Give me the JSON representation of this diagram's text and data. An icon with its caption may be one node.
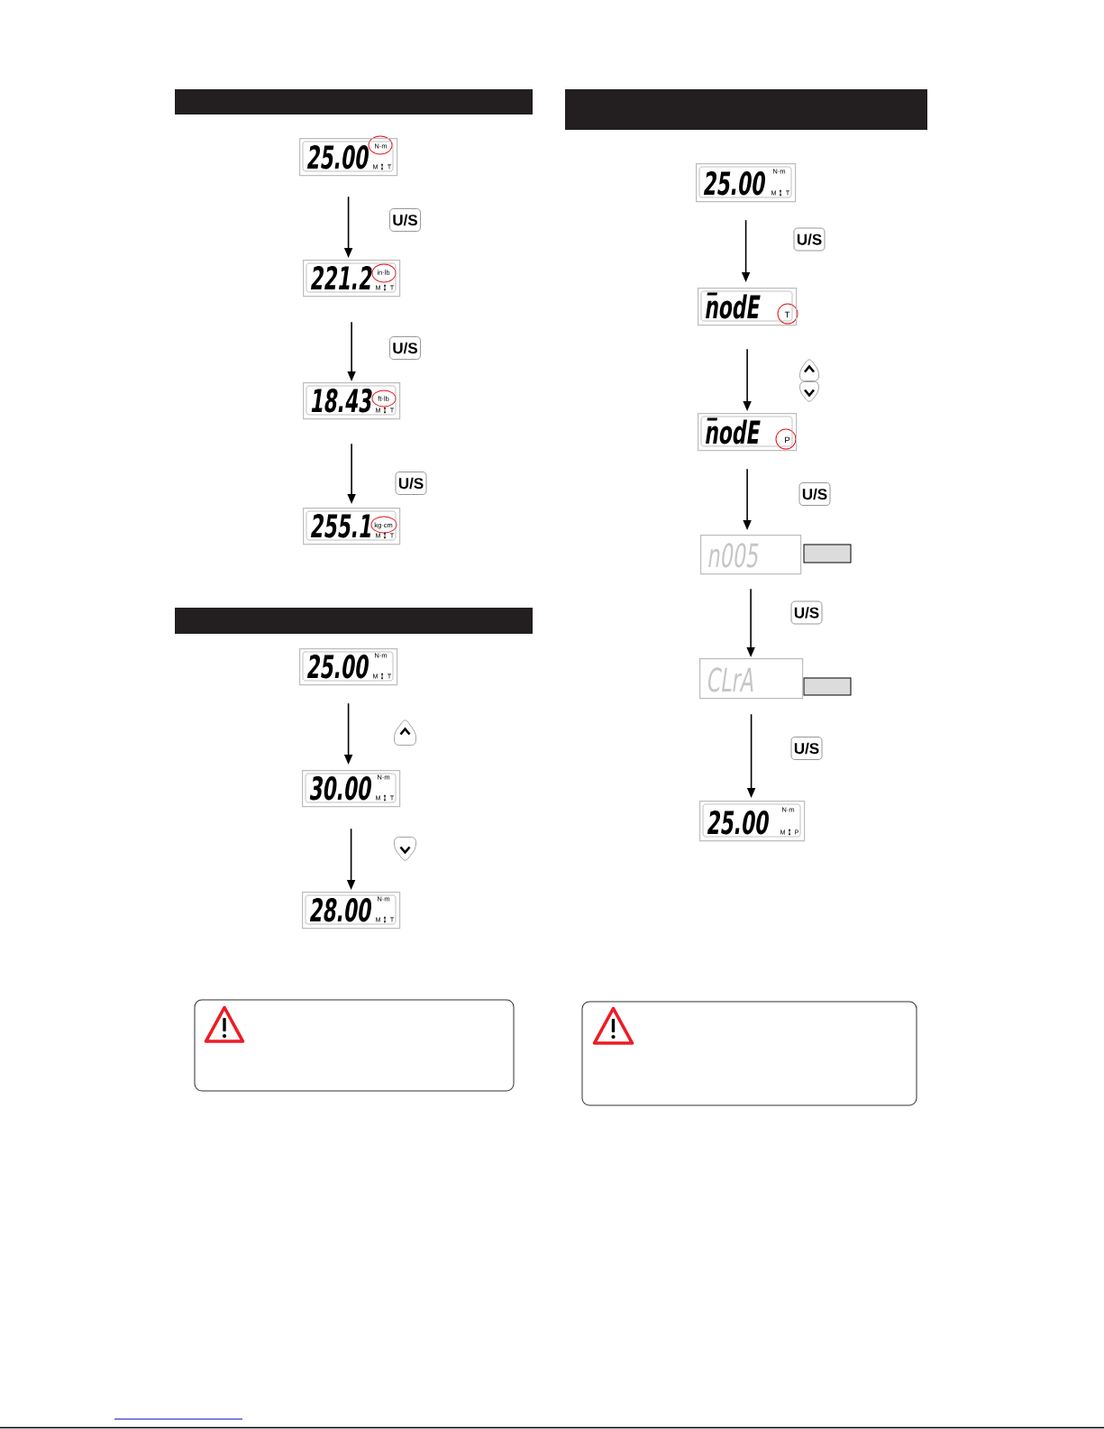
{
  "diagram": {
    "nodes": [
      {
        "text": [
          "25.00",
          "N·m",
          "M",
          "T"
        ]
      },
      {
        "text": [
          "221.2",
          "in·lb",
          "M",
          "T"
        ]
      },
      {
        "text": [
          "18.43",
          "ft·lb",
          "M",
          "T"
        ]
      },
      {
        "text": [
          "255.1",
          "kg·cm",
          "M",
          "T"
        ]
      },
      {
        "text": [
          "25.00",
          "N·m",
          "M",
          "T"
        ]
      },
      {
        "text": [
          "30.00",
          "N·m",
          "M",
          "T"
        ]
      },
      {
        "text": [
          "28.00",
          "N·m",
          "M",
          "T"
        ]
      },
      {
        "text": [
          "25.00",
          "N·m",
          "M",
          "T"
        ]
      },
      {
        "text": [
          "nodE",
          "T"
        ]
      },
      {
        "text": [
          "nodE",
          "P"
        ]
      },
      {
        "text": [
          "n005"
        ]
      },
      {
        "text": [
          "CLrA"
        ]
      },
      {
        "text": [
          "25.00",
          "N·m",
          "M",
          "P"
        ]
      }
    ],
    "edges": [
      {
        "from": 0,
        "to": 1,
        "arrow": "to",
        "label": "U/S"
      },
      {
        "from": 1,
        "to": 2,
        "arrow": "to",
        "label": "U/S"
      },
      {
        "from": 2,
        "to": 3,
        "arrow": "to",
        "label": "U/S"
      },
      {
        "from": 4,
        "to": 5,
        "arrow": "to"
      },
      {
        "from": 5,
        "to": 6,
        "arrow": "to"
      },
      {
        "from": 7,
        "to": 8,
        "arrow": "to",
        "label": "U/S"
      },
      {
        "from": 8,
        "to": 9,
        "arrow": "to"
      },
      {
        "from": 9,
        "to": 10,
        "arrow": "to",
        "label": "U/S"
      },
      {
        "from": 10,
        "to": 11,
        "arrow": "to",
        "label": "U/S"
      },
      {
        "from": 11,
        "to": 12,
        "arrow": "to",
        "label": "U/S"
      }
    ]
  }
}
